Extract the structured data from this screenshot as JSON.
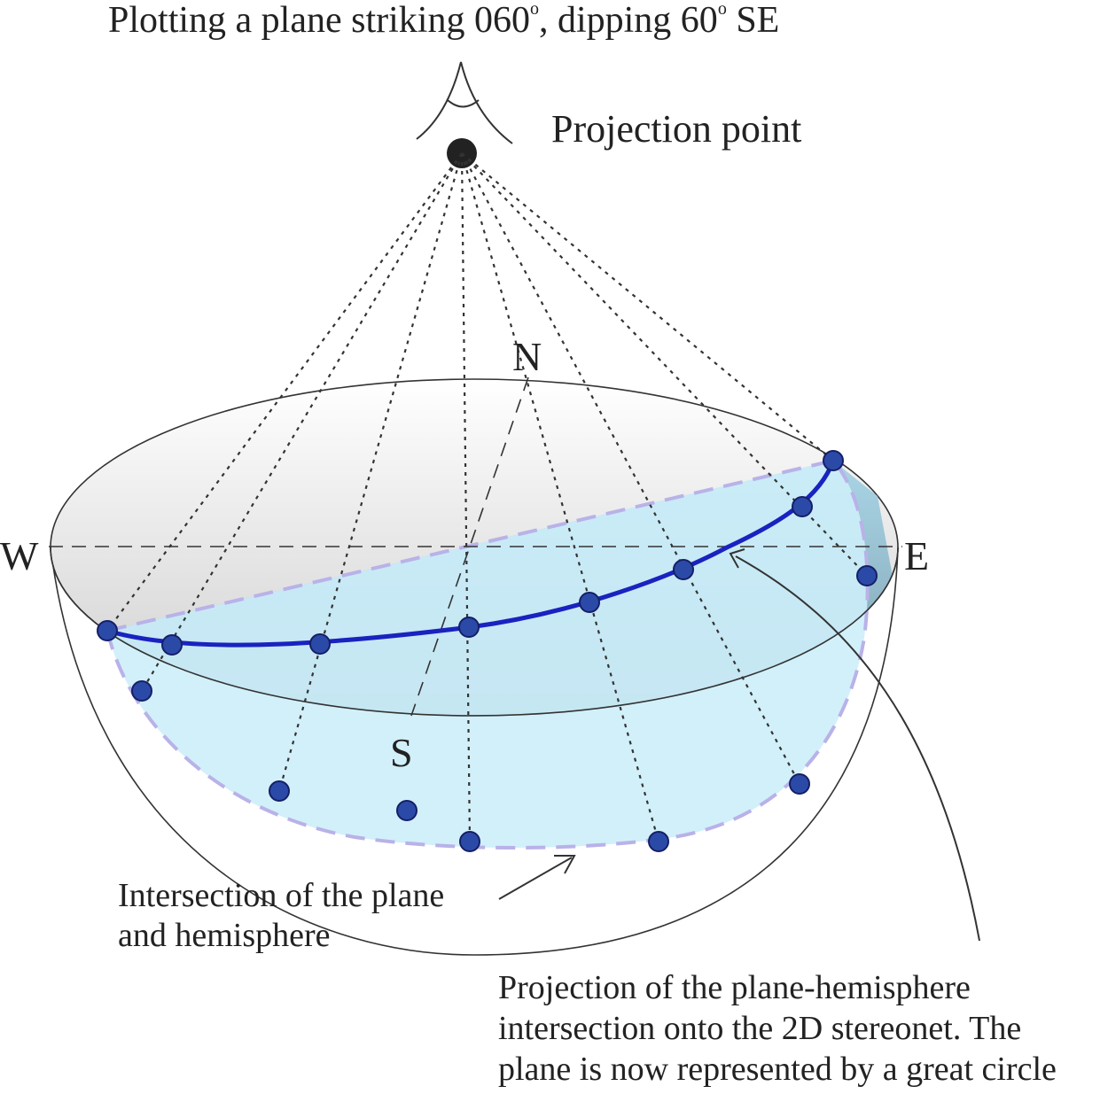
{
  "title": {
    "prefix": "Plotting a plane striking 060",
    "degree_mark_1": "o",
    "middle": ", dipping 60",
    "degree_mark_2": "o",
    "suffix": " SE"
  },
  "labels": {
    "projection_point": "Projection point",
    "north": "N",
    "south": "S",
    "west": "W",
    "east": "E",
    "intersection_line_1": "Intersection of the plane",
    "intersection_line_2": "and hemisphere",
    "projection_line_1": "Projection of the plane-hemisphere",
    "projection_line_2": "intersection onto the 2D stereonet. The",
    "projection_line_3": "plane is now represented by a great circle"
  },
  "colors": {
    "plane_fill": "#cdeefa",
    "plane_outline": "#b9b2e8",
    "great_circle": "#1a22c0",
    "point_fill": "#2b4aa8",
    "point_stroke": "#151f66",
    "line": "#333333"
  }
}
